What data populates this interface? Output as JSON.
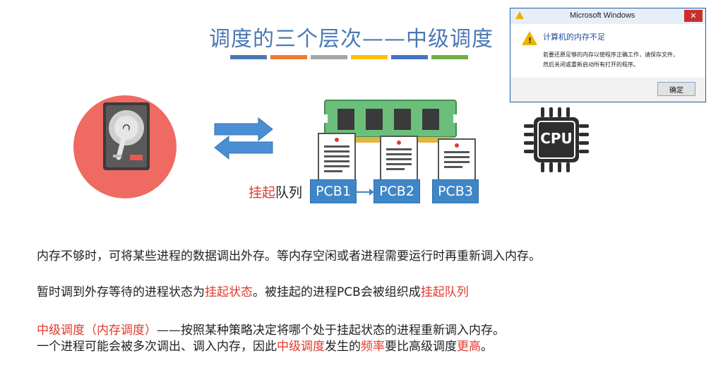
{
  "slide": {
    "title": "调度的三个层次——中级调度",
    "color_strip": [
      "#4a78b5",
      "#ed7d31",
      "#a5a5a5",
      "#ffc000",
      "#4472c4",
      "#70ad47"
    ]
  },
  "diagram": {
    "queue_label_red": "挂起",
    "queue_label_rest": "队列",
    "pcbs": [
      "PCB1",
      "PCB2",
      "PCB3"
    ],
    "cpu_label": "CPU"
  },
  "dialog": {
    "window_title": "Microsoft Windows",
    "close_glyph": "✕",
    "heading": "计算机的内存不足",
    "message_line1": "若要还原足够的内存以使程序正确工作，请保存文件，",
    "message_line2": "然后关闭或重新启动所有打开的程序。",
    "ok_label": "确定"
  },
  "text": {
    "line1": "内存不够时，可将某些进程的数据调出外存。等内存空闲或者进程需要运行时再重新调入内存。",
    "line2_a": "暂时调到外存等待的进程状态为",
    "line2_b": "挂起状态",
    "line2_c": "。被挂起的进程PCB会被组织成",
    "line2_d": "挂起队列",
    "line3_a": "中级调度（内存调度）",
    "line3_b": "——按照某种策略决定将哪个处于挂起状态的进程重新调入内存。",
    "line4_a": "一个进程可能会被多次调出、调入内存，因此",
    "line4_b": "中级调度",
    "line4_c": "发生的",
    "line4_d": "频率",
    "line4_e": "要比高级调度",
    "line4_f": "更高",
    "line4_g": "。"
  },
  "colors": {
    "title_blue": "#4a78b5",
    "highlight_red": "#e03a2f",
    "pcb_blue": "#3f86c7",
    "disk_red": "#ef6a62",
    "ram_green": "#6cbf7a"
  }
}
